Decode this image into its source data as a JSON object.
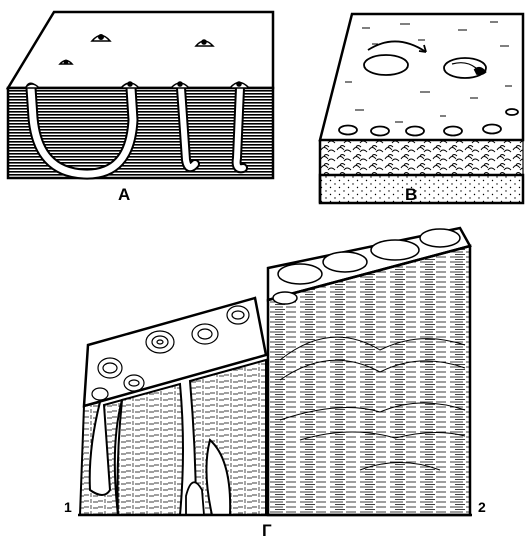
{
  "panels": {
    "a": {
      "label": "A"
    },
    "b": {
      "label": "B"
    },
    "g": {
      "label": "Г"
    }
  },
  "markers": {
    "left": "1",
    "right": "2"
  },
  "colors": {
    "ink": "#000000",
    "paper": "#ffffff"
  }
}
